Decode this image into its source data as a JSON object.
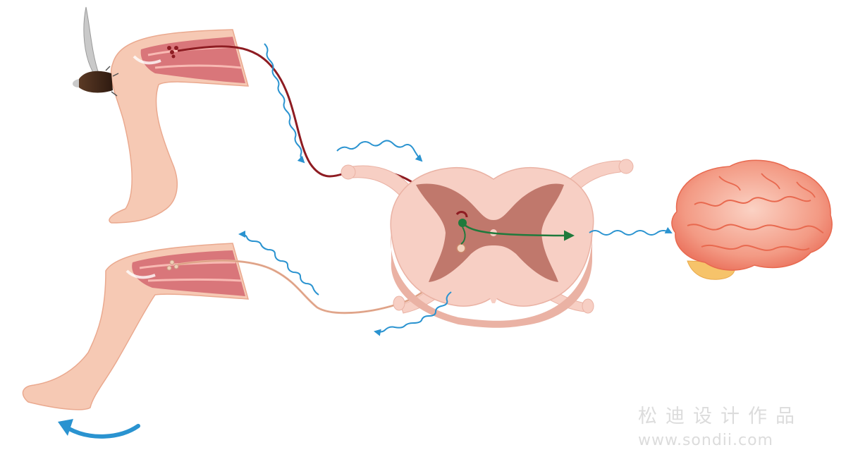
{
  "diagram": {
    "kind": "knee-jerk reflex arc illustration",
    "colors": {
      "skin": "#f6c9b4",
      "skin_shade": "#eaa98f",
      "muscle": "#d9767a",
      "sensory_neuron": "#8e1c22",
      "motor_neuron": "#e9b39a",
      "interneuron": "#1f7a3c",
      "signal_wave": "#2a93d0",
      "cord_white_matter": "#f7cfc4",
      "cord_gray_matter": "#c0786c",
      "brain": "#f28a74",
      "cerebellum": "#f6c36a"
    },
    "icons": [
      "reflex-hammer-icon",
      "brain-icon",
      "spinal-cord-icon",
      "kick-arrow-icon"
    ]
  },
  "watermark": {
    "brand": "松迪设计作品",
    "url": "www.sondii.com"
  }
}
